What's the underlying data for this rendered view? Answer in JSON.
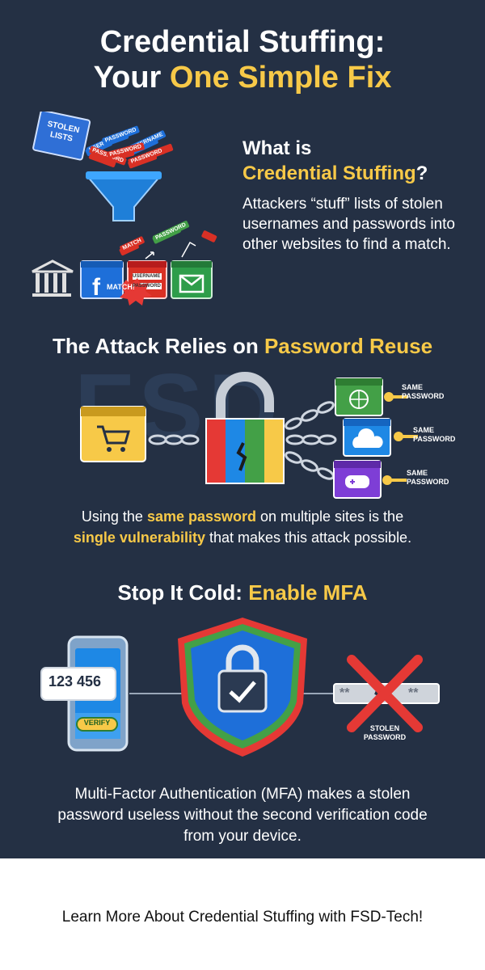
{
  "title": {
    "line1": "Credential Stuffing:",
    "line2_prefix": "Your ",
    "line2_highlight": "One Simple Fix"
  },
  "what_is": {
    "line1": "What is",
    "highlight": "Credential Stuffing",
    "suffix": "?",
    "body": "Attackers “stuff” lists of stolen usernames and passwords into other websites to find a match.",
    "illustration": {
      "list_label": "STOLEN LISTS",
      "tags": [
        "USERNAME",
        "PASSWORD",
        "USERNAME",
        "PASSWORD",
        "PASSWORD",
        "PASSWORD",
        "MATCH",
        "PASSWORD"
      ],
      "match_badge": "MATCH!",
      "username_field": "USERNAME",
      "password_field": "PASSWORD",
      "icons": [
        "bank-icon",
        "facebook-icon",
        "login-window-icon",
        "mail-icon"
      ]
    }
  },
  "attack": {
    "prefix": "The Attack Relies on ",
    "highlight": "Password Reuse",
    "site_labels": [
      "SAME PASSWORD",
      "SAME PASSWORD",
      "SAME PASSWORD"
    ],
    "site_icons": [
      "globe-icon",
      "cloud-icon",
      "gamepad-icon"
    ],
    "watermark": "FSD",
    "body_part1": "Using the ",
    "body_h1": "same password",
    "body_part2": " on multiple sites is the ",
    "body_h2": "single vulnerability",
    "body_part3": " that makes this attack possible."
  },
  "mfa": {
    "prefix": "Stop It Cold: ",
    "highlight": "Enable MFA",
    "code": "123 456",
    "verify_label": "VERIFY",
    "masked_password": "**",
    "stolen_label": "STOLEN PASSWORD",
    "body": "Multi-Factor Authentication (MFA) makes a stolen password useless without the second verification code from your device."
  },
  "footer": {
    "text": "Learn More About Credential Stuffing with FSD-Tech!"
  },
  "colors": {
    "background": "#243044",
    "accent": "#f7c948",
    "red": "#e53935",
    "blue": "#1e88e5",
    "green": "#43a047"
  }
}
